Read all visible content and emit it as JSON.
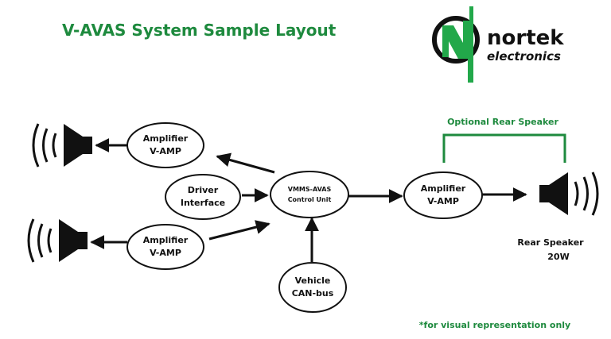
{
  "title": "V-AVAS System Sample Layout",
  "logo": {
    "brand": "nortek",
    "sub": "electronics",
    "accent_color": "#22a84a"
  },
  "colors": {
    "title": "#1e8a3e",
    "accent": "#1e8a3e",
    "ink": "#111111"
  },
  "nodes": {
    "amp_top": {
      "line1": "Amplifier",
      "line2": "V-AMP"
    },
    "driver": {
      "line1": "Driver",
      "line2": "Interface"
    },
    "amp_bottom": {
      "line1": "Amplifier",
      "line2": "V-AMP"
    },
    "control": {
      "line1": "VMMS-AVAS",
      "line2": "Control Unit"
    },
    "amp_right": {
      "line1": "Amplifier",
      "line2": "V-AMP"
    },
    "canbus": {
      "line1": "Vehicle",
      "line2": "CAN-bus"
    }
  },
  "rear_speaker": {
    "line1": "Rear Speaker",
    "line2": "20W"
  },
  "optional_label": "Optional Rear Speaker",
  "footnote": "*for visual representation only"
}
